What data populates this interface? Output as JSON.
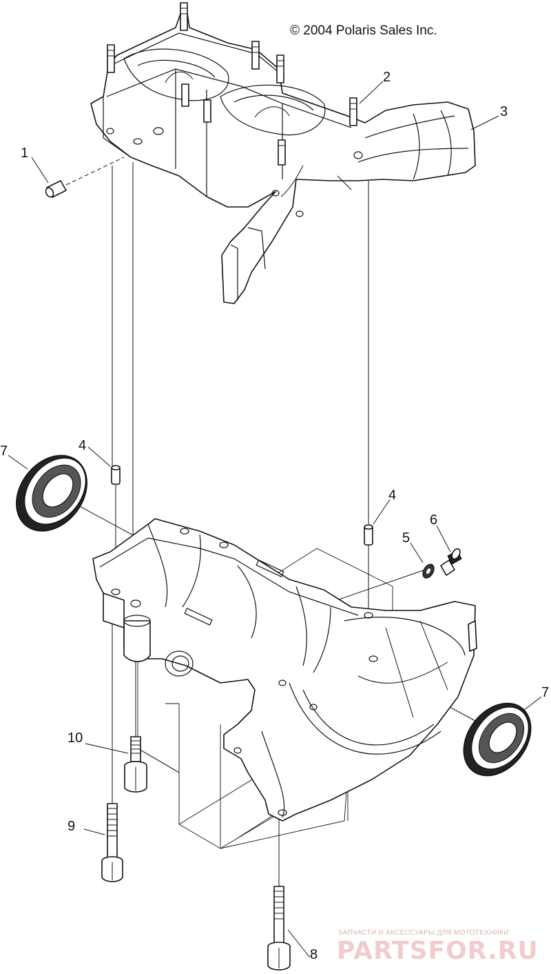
{
  "copyright": "© 2004 Polaris Sales Inc.",
  "callouts": [
    {
      "id": "c1",
      "label": "1"
    },
    {
      "id": "c2",
      "label": "2"
    },
    {
      "id": "c3",
      "label": "3"
    },
    {
      "id": "c4a",
      "label": "4"
    },
    {
      "id": "c4b",
      "label": "4"
    },
    {
      "id": "c5",
      "label": "5"
    },
    {
      "id": "c6",
      "label": "6"
    },
    {
      "id": "c7a",
      "label": "7"
    },
    {
      "id": "c7b",
      "label": "7"
    },
    {
      "id": "c8",
      "label": "8"
    },
    {
      "id": "c9",
      "label": "9"
    },
    {
      "id": "c10",
      "label": "10"
    }
  ],
  "watermark": {
    "tagline": "ЗАПЧАСТИ И АКСЕССУАРЫ ДЛЯ МОТОТЕХНИКИ",
    "brand": "PARTSFOR.RU"
  }
}
